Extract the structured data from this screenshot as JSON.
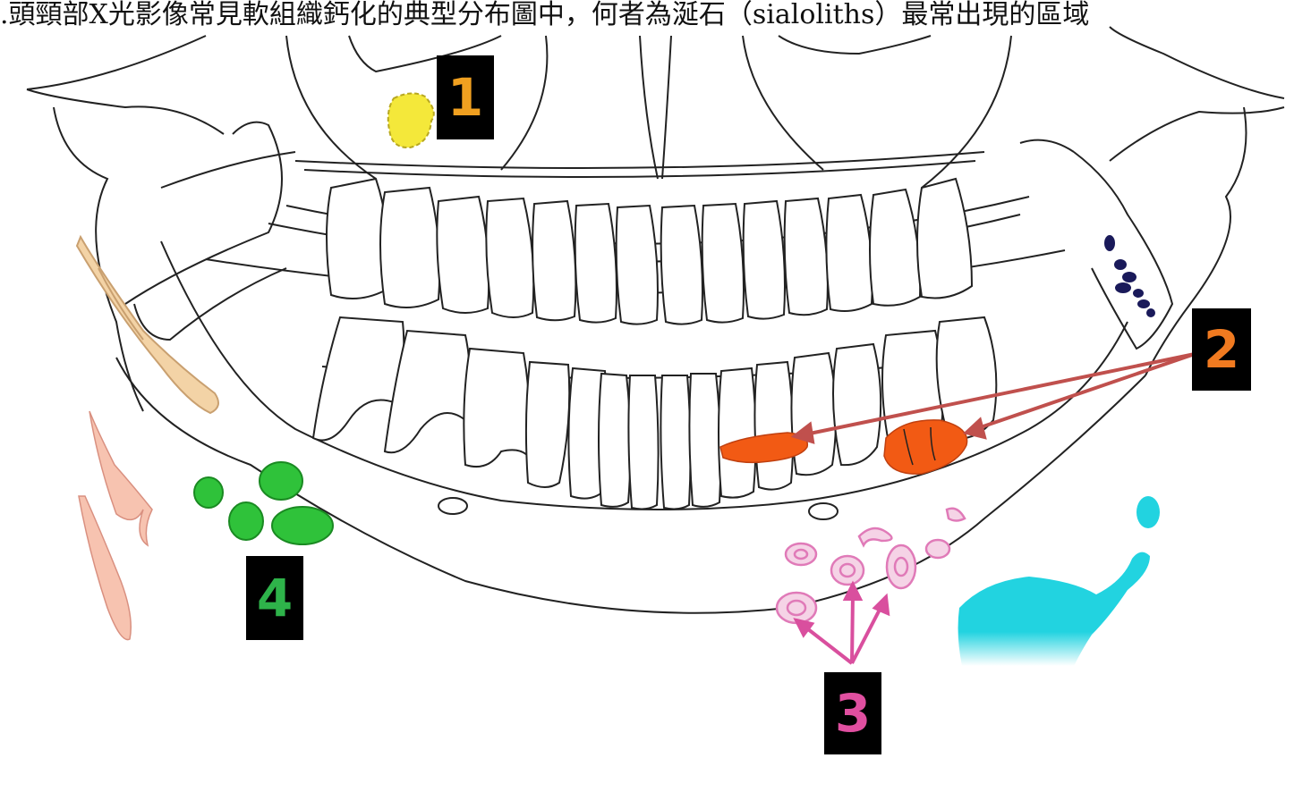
{
  "caption": {
    "text": ".頭頸部X光影像常見軟組織鈣化的典型分布圖中，何者為涎石（sialoliths）最常出現的區域"
  },
  "labels": [
    {
      "id": "1",
      "text": "1",
      "color": "#f0a020"
    },
    {
      "id": "2",
      "text": "2",
      "color": "#f07a20"
    },
    {
      "id": "3",
      "text": "3",
      "color": "#e04fa0"
    },
    {
      "id": "4",
      "text": "4",
      "color": "#2eb34a"
    }
  ],
  "colors": {
    "outline": "#222222",
    "region1_yellow": "#f4e83a",
    "region2_orange": "#f25a14",
    "region2_arrows": "#c0504d",
    "region3_pink": "#e07ab8",
    "region4_green": "#2fc23a",
    "styloid_tan": "#f3d3a6",
    "hyoid_pink": "#f7c3b0",
    "cyan_region": "#22d3e0",
    "navy_dots": "#1a1a5a"
  }
}
